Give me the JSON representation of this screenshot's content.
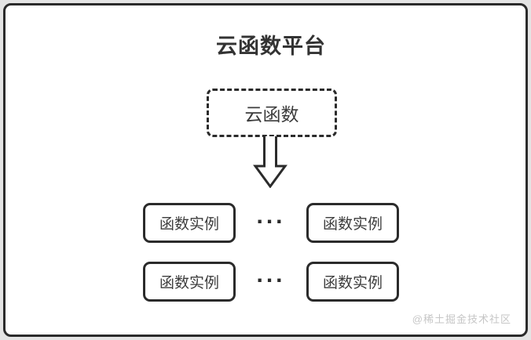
{
  "diagram": {
    "title": "云函数平台",
    "cloud_function": {
      "label": "云函数"
    },
    "arrow": {
      "icon": "down-arrow-icon",
      "direction": "down"
    },
    "rows": [
      {
        "left": "函数实例",
        "dots": "...",
        "right": "函数实例"
      },
      {
        "left": "函数实例",
        "dots": "...",
        "right": "函数实例"
      }
    ],
    "watermark": "@稀土掘金技术社区",
    "colors": {
      "stroke": "#2b2b2b",
      "title_text": "#333333",
      "node_text": "#3c3c3c",
      "watermark_text": "#c6c6c6",
      "canvas": "#ffffff",
      "outer_background": "#e4e4e4"
    }
  }
}
